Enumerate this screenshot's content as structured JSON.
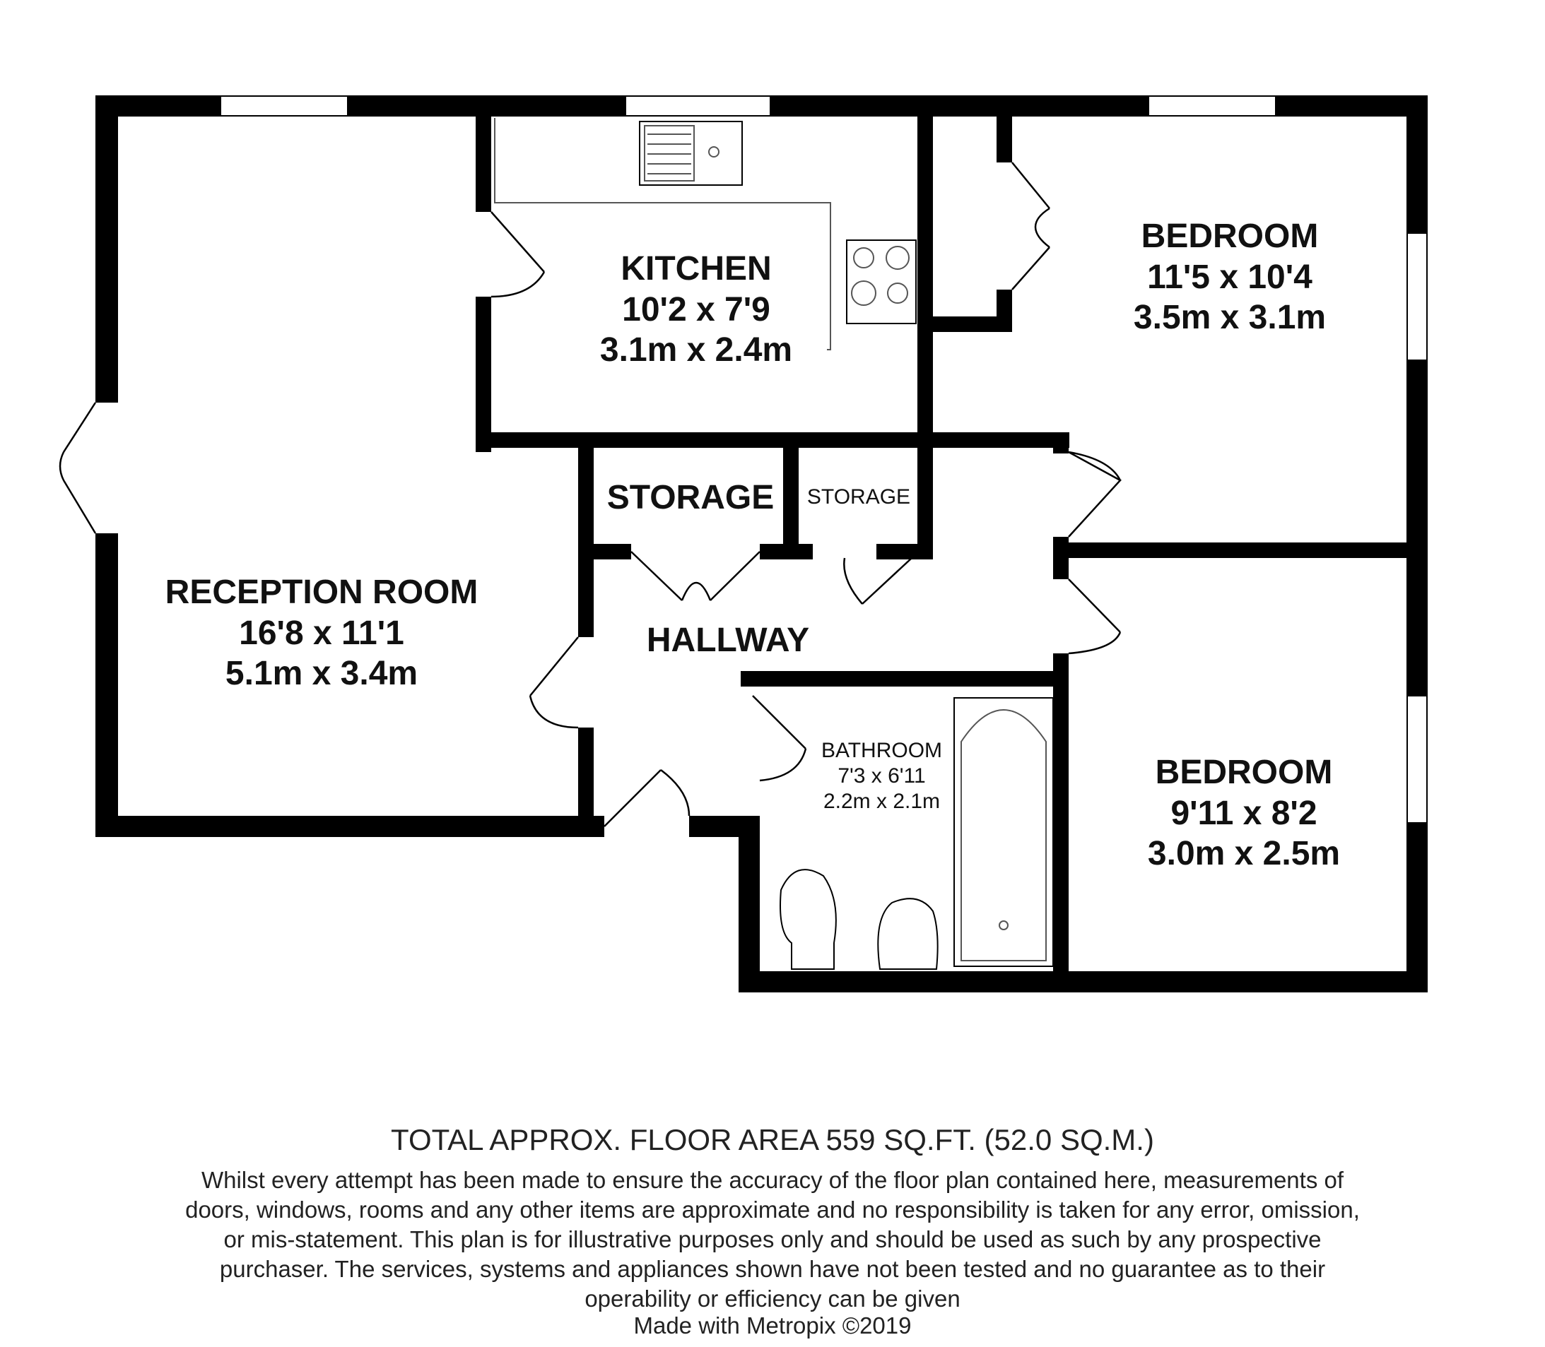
{
  "rooms": {
    "kitchen": {
      "name": "KITCHEN",
      "imperial": "10'2 x 7'9",
      "metric": "3.1m x 2.4m"
    },
    "bedroom1": {
      "name": "BEDROOM",
      "imperial": "11'5 x 10'4",
      "metric": "3.5m x 3.1m"
    },
    "reception": {
      "name": "RECEPTION ROOM",
      "imperial": "16'8 x 11'1",
      "metric": "5.1m x 3.4m"
    },
    "storage1": {
      "name": "STORAGE"
    },
    "storage2": {
      "name": "STORAGE"
    },
    "hallway": {
      "name": "HALLWAY"
    },
    "bathroom": {
      "name": "BATHROOM",
      "imperial": "7'3 x 6'11",
      "metric": "2.2m x 2.1m"
    },
    "bedroom2": {
      "name": "BEDROOM",
      "imperial": "9'11 x 8'2",
      "metric": "3.0m x 2.5m"
    }
  },
  "footer": {
    "total_area": "TOTAL APPROX. FLOOR AREA 559 SQ.FT. (52.0 SQ.M.)",
    "disclaimer": "Whilst every attempt has been made to ensure the accuracy of the floor plan contained here, measurements of doors, windows, rooms and any other items are approximate and no responsibility is taken for any error, omission, or mis-statement. This plan is for illustrative purposes only and should be used as such by any prospective purchaser. The services, systems and appliances shown have not been tested and no guarantee as to their operability or efficiency can be given",
    "credit": "Made with Metropix ©2019"
  },
  "colors": {
    "wall": "#000000",
    "fixture": "#555555",
    "background": "#ffffff"
  }
}
